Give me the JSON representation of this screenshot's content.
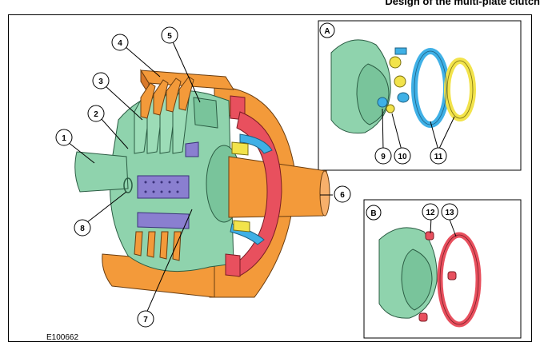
{
  "title": "Design of the multi-plate clutch",
  "figure_id": "E100662",
  "callouts": [
    "1",
    "2",
    "3",
    "4",
    "5",
    "6",
    "7",
    "8",
    "9",
    "10",
    "11",
    "12",
    "13"
  ],
  "insets": {
    "a": {
      "letter": "A"
    },
    "b": {
      "letter": "B"
    }
  },
  "colors": {
    "housing": "#f39a3a",
    "plates": "#8fd3ad",
    "piston_ring": "#e8505e",
    "seal_blue": "#3fb0e6",
    "seal_yellow": "#f2e34b",
    "spring": "#8a7fd0"
  }
}
